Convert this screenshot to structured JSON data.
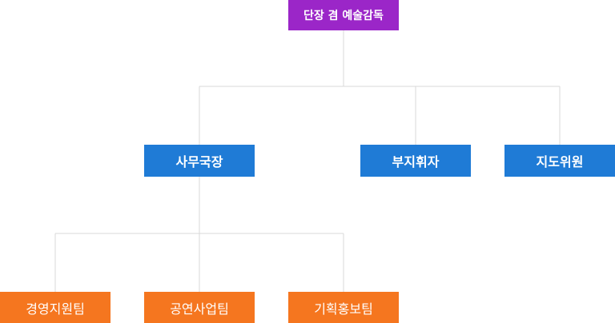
{
  "chart": {
    "root": {
      "label": "단장 겸 예술감독"
    },
    "level2": [
      {
        "label": "사무국장"
      },
      {
        "label": "부지휘자"
      },
      {
        "label": "지도위원"
      }
    ],
    "level3": [
      {
        "label": "경영지원팀"
      },
      {
        "label": "공연사업팀"
      },
      {
        "label": "기획홍보팀"
      }
    ]
  },
  "colors": {
    "root_box": "#9b26c8",
    "level2_box": "#1f7bd6",
    "level3_box": "#f5761f",
    "connector": "#d9d9d9"
  }
}
